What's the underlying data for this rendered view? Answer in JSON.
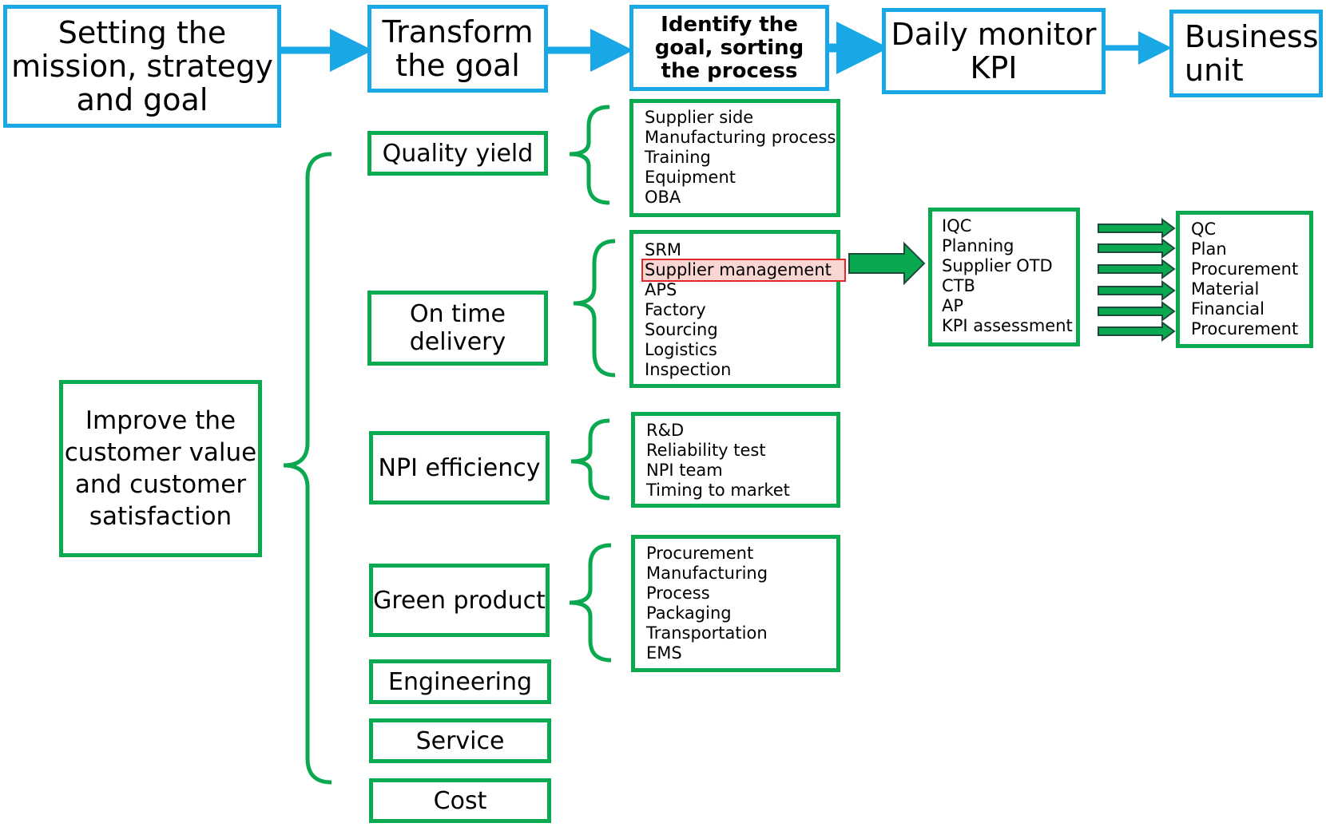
{
  "colors": {
    "blue": "#1aa7e6",
    "green": "#0aa84f",
    "highlight_border": "#e3262a",
    "highlight_fill": "#f9d6d2"
  },
  "header": {
    "mission": "Setting the mission, strategy and goal",
    "transform": "Transform the goal",
    "identify": "Identify the goal, sorting the process",
    "monitor": "Daily monitor KPI",
    "business": "Business unit"
  },
  "objective": "Improve the customer value and customer satisfaction",
  "categories": {
    "quality": "Quality yield",
    "delivery": "On time delivery",
    "npi": "NPI efficiency",
    "green": "Green product",
    "engineering": "Engineering",
    "service": "Service",
    "cost": "Cost"
  },
  "processes": {
    "quality": [
      "Supplier side",
      "Manufacturing process",
      "Training",
      "Equipment",
      "OBA"
    ],
    "delivery": [
      "SRM",
      "Supplier management",
      "APS",
      "Factory",
      "Sourcing",
      "Logistics",
      "Inspection"
    ],
    "npi": [
      "R&D",
      "Reliability test",
      "NPI team",
      "Timing to market"
    ],
    "green": [
      "Procurement",
      "Manufacturing",
      "Process",
      "Packaging",
      "Transportation",
      "EMS"
    ]
  },
  "kpi": [
    "IQC",
    "Planning",
    "Supplier OTD",
    "CTB",
    "AP",
    "KPI assessment"
  ],
  "units": [
    "QC",
    "Plan",
    "Procurement",
    "Material",
    "Financial",
    "Procurement"
  ]
}
